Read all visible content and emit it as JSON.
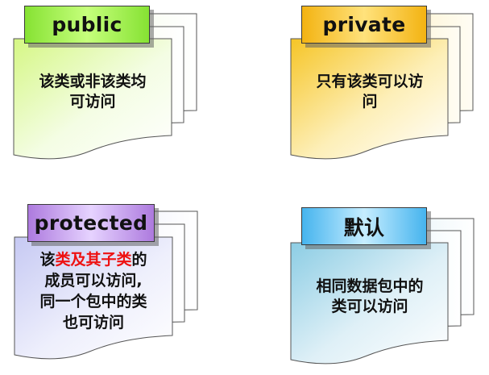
{
  "panels": [
    {
      "id": "public",
      "tab_label": "public",
      "lines": [
        "该类或非该类均",
        "可访问"
      ],
      "colors": {
        "tab_from": "#8ae63a",
        "tab_mid": "#c8ff7a",
        "page_from": "#d9f98a",
        "page_to": "#ffffff"
      }
    },
    {
      "id": "private",
      "tab_label": "private",
      "lines": [
        "只有该类可以访",
        "问"
      ],
      "colors": {
        "tab_from": "#f5b818",
        "tab_mid": "#ffe07a",
        "page_from": "#f7c92a",
        "page_to": "#ffffff"
      }
    },
    {
      "id": "protected",
      "tab_label": "protected",
      "line1": {
        "prefix": "该",
        "highlight": "类及其子类",
        "suffix": "的"
      },
      "lines_rest": [
        "成员可以访问,",
        "同一个包中的类",
        "也可访问"
      ],
      "colors": {
        "tab_from": "#b07fe0",
        "tab_mid": "#e3cfff",
        "page_from": "#c9cdf5",
        "page_to": "#ffffff",
        "highlight": "#ee1111"
      }
    },
    {
      "id": "default",
      "tab_label": "默认",
      "lines": [
        "相同数据包中的",
        "类可以访问"
      ],
      "colors": {
        "tab_from": "#4ab8f0",
        "tab_mid": "#c2ecff",
        "page_from": "#8fcfe6",
        "page_to": "#ffffff"
      }
    }
  ]
}
